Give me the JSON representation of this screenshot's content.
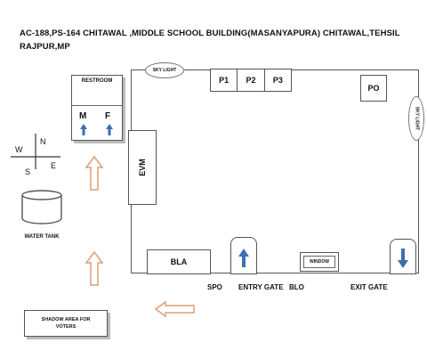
{
  "title": "AC-188,PS-164 CHITAWAL ,MIDDLE SCHOOL BUILDING(MASANYAPURA) CHITAWAL,TEHSIL RAJPUR,MP",
  "restroom": {
    "label": "RESTROOM",
    "male": "M",
    "female": "F"
  },
  "compass": {
    "n": "N",
    "s": "S",
    "e": "E",
    "w": "W"
  },
  "water_tank": "WATER TANK",
  "shadow_area": "SHADOW AREA FOR VOTERS",
  "sky_light_top": "SKY LIGHT",
  "sky_light_right": "SKY LIGHT",
  "polling_officers": [
    "P1",
    "P2",
    "P3"
  ],
  "po": "PO",
  "evm": "EVM",
  "bla": "BLA",
  "window": "WINDOW",
  "bottom_labels": {
    "spo": "SPO",
    "entry_gate": "ENTRY GATE",
    "blo": "BLO",
    "exit_gate": "EXIT GATE"
  },
  "colors": {
    "arrow_blue": "#3b6fb0",
    "outline": "#555555",
    "hollow_arrow": "#d9a07a"
  }
}
